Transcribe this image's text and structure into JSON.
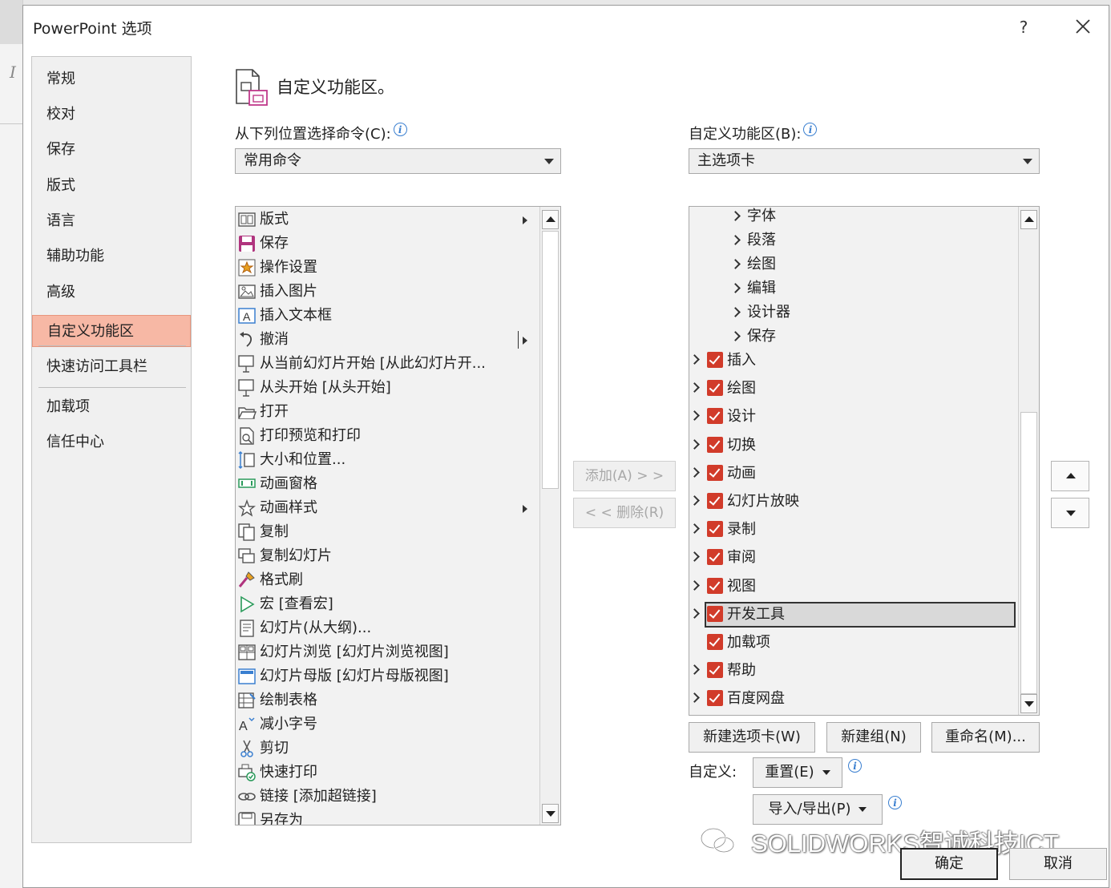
{
  "window": {
    "title": "PowerPoint 选项",
    "help": "?"
  },
  "nav": {
    "items": [
      "常规",
      "校对",
      "保存",
      "版式",
      "语言",
      "辅助功能",
      "高级",
      "自定义功能区",
      "快速访问工具栏",
      "加载项",
      "信任中心"
    ],
    "active": "自定义功能区"
  },
  "section": {
    "title": "自定义功能区。"
  },
  "left": {
    "label": "从下列位置选择命令(C):",
    "dropdown": "常用命令",
    "commands": [
      {
        "label": "版式",
        "icon": "layout-icon",
        "sub": "arrow"
      },
      {
        "label": "保存",
        "icon": "save-icon"
      },
      {
        "label": "操作设置",
        "icon": "action-settings-icon"
      },
      {
        "label": "插入图片",
        "icon": "insert-picture-icon"
      },
      {
        "label": "插入文本框",
        "icon": "text-box-icon"
      },
      {
        "label": "撤消",
        "icon": "undo-icon",
        "sub": "split"
      },
      {
        "label": "从当前幻灯片开始 [从此幻灯片开...",
        "icon": "start-current-slide-icon"
      },
      {
        "label": "从头开始 [从头开始]",
        "icon": "start-beginning-icon"
      },
      {
        "label": "打开",
        "icon": "open-folder-icon"
      },
      {
        "label": "打印预览和打印",
        "icon": "print-preview-icon"
      },
      {
        "label": "大小和位置...",
        "icon": "size-position-icon"
      },
      {
        "label": "动画窗格",
        "icon": "animation-pane-icon"
      },
      {
        "label": "动画样式",
        "icon": "animation-style-icon",
        "sub": "arrow"
      },
      {
        "label": "复制",
        "icon": "copy-icon"
      },
      {
        "label": "复制幻灯片",
        "icon": "duplicate-slide-icon"
      },
      {
        "label": "格式刷",
        "icon": "format-painter-icon"
      },
      {
        "label": "宏 [查看宏]",
        "icon": "macro-icon"
      },
      {
        "label": "幻灯片(从大纲)...",
        "icon": "slides-from-outline-icon"
      },
      {
        "label": "幻灯片浏览 [幻灯片浏览视图]",
        "icon": "slide-sorter-icon"
      },
      {
        "label": "幻灯片母版 [幻灯片母版视图]",
        "icon": "slide-master-icon"
      },
      {
        "label": "绘制表格",
        "icon": "draw-table-icon"
      },
      {
        "label": "减小字号",
        "icon": "decrease-font-icon"
      },
      {
        "label": "剪切",
        "icon": "cut-icon"
      },
      {
        "label": "快速打印",
        "icon": "quick-print-icon"
      },
      {
        "label": "链接 [添加超链接]",
        "icon": "link-icon"
      },
      {
        "label": "另存为",
        "icon": "save-as-icon"
      }
    ]
  },
  "middle": {
    "add": "添加(A) > >",
    "remove": "< < 删除(R)"
  },
  "right": {
    "label": "自定义功能区(B):",
    "dropdown": "主选项卡",
    "groups": [
      "字体",
      "段落",
      "绘图",
      "编辑",
      "设计器",
      "保存"
    ],
    "tabs": [
      {
        "label": "插入",
        "checked": true,
        "expandable": true
      },
      {
        "label": "绘图",
        "checked": true,
        "expandable": true
      },
      {
        "label": "设计",
        "checked": true,
        "expandable": true
      },
      {
        "label": "切换",
        "checked": true,
        "expandable": true
      },
      {
        "label": "动画",
        "checked": true,
        "expandable": true
      },
      {
        "label": "幻灯片放映",
        "checked": true,
        "expandable": true
      },
      {
        "label": "录制",
        "checked": true,
        "expandable": true
      },
      {
        "label": "审阅",
        "checked": true,
        "expandable": true
      },
      {
        "label": "视图",
        "checked": true,
        "expandable": true
      },
      {
        "label": "开发工具",
        "checked": true,
        "expandable": true,
        "selected": true
      },
      {
        "label": "加载项",
        "checked": true,
        "expandable": false
      },
      {
        "label": "帮助",
        "checked": true,
        "expandable": true
      },
      {
        "label": "百度网盘",
        "checked": true,
        "expandable": true
      }
    ],
    "buttons": {
      "new_tab": "新建选项卡(W)",
      "new_group": "新建组(N)",
      "rename": "重命名(M)..."
    },
    "customize_label": "自定义:",
    "reset": "重置(E)",
    "import_export": "导入/导出(P)"
  },
  "watermark": "SOLIDWORKS智诚科技ICT",
  "footer": {
    "ok": "确定",
    "cancel": "取消"
  },
  "colors": {
    "accent": "#f7b8a5",
    "checkbox": "#d13b2a",
    "info": "#3a7fd0"
  }
}
